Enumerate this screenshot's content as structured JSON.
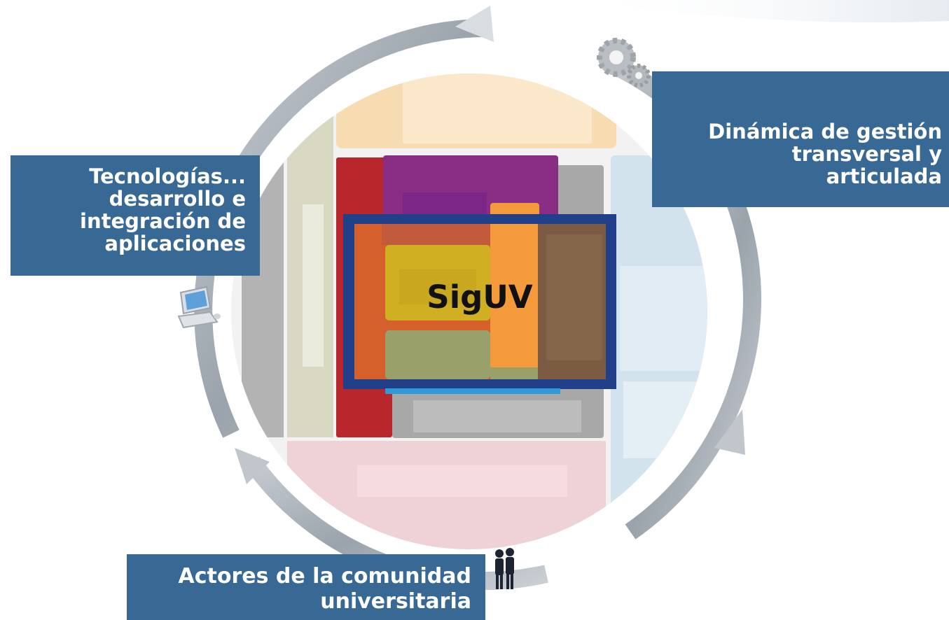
{
  "center_label": "SigUV",
  "labels": {
    "tecnologias": [
      "Tecnologías...",
      "desarrollo e",
      "integración de",
      "aplicaciones"
    ],
    "dinamica": [
      "Dinámica de gestión",
      "transversal y",
      "articulada"
    ],
    "actores": [
      "Actores de la comunidad",
      "universitaria"
    ]
  },
  "icons": [
    "gears-icon",
    "computer-icon",
    "people-icon",
    "cycle-arrow-icon"
  ],
  "colors": {
    "label_bg": "#386894",
    "frame": "#22408a",
    "top_block": "#f7dcb2",
    "bottom_block": "#eed2d6",
    "right_block": "#d3e3ee",
    "red_block": "#b8272c",
    "purple_block": "#8a2d84",
    "orange_bar": "#f59a3a",
    "brown_block": "#7b5c42",
    "yellow_block": "#d0b022",
    "olive_block": "#99a06a"
  }
}
